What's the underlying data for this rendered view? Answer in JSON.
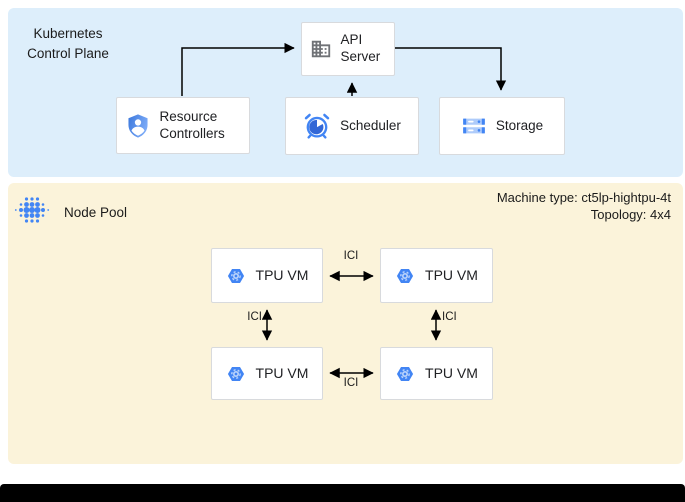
{
  "control_plane": {
    "title": "Kubernetes Control Plane",
    "nodes": {
      "api_server": "API Server",
      "resource_controllers": "Resource Controllers",
      "scheduler": "Scheduler",
      "storage": "Storage"
    }
  },
  "node_pool": {
    "title": "Node Pool",
    "machine_type": "Machine type: ct5lp-hightpu-4t",
    "topology": "Topology: 4x4",
    "tpu_vms": [
      "TPU VM",
      "TPU VM",
      "TPU VM",
      "TPU VM"
    ]
  },
  "edges": [
    {
      "from": "resource_controllers",
      "to": "api_server",
      "bidirectional": false,
      "label": ""
    },
    {
      "from": "scheduler",
      "to": "api_server",
      "bidirectional": false,
      "label": ""
    },
    {
      "from": "api_server",
      "to": "storage",
      "bidirectional": false,
      "label": ""
    },
    {
      "from": "tpu_vm_1",
      "to": "tpu_vm_2",
      "bidirectional": true,
      "label": "ICI"
    },
    {
      "from": "tpu_vm_1",
      "to": "tpu_vm_3",
      "bidirectional": true,
      "label": "ICI"
    },
    {
      "from": "tpu_vm_2",
      "to": "tpu_vm_4",
      "bidirectional": true,
      "label": "ICI"
    },
    {
      "from": "tpu_vm_3",
      "to": "tpu_vm_4",
      "bidirectional": true,
      "label": "ICI"
    }
  ],
  "colors": {
    "control_plane_bg": "#ddeefb",
    "node_pool_bg": "#fbf3da",
    "accent_blue": "#4285f4",
    "dark_blue": "#3367d6",
    "light_blue": "#aecbfa",
    "box_border": "#d8dadd",
    "arrow": "#000000",
    "bottom_bar": "#000000"
  }
}
